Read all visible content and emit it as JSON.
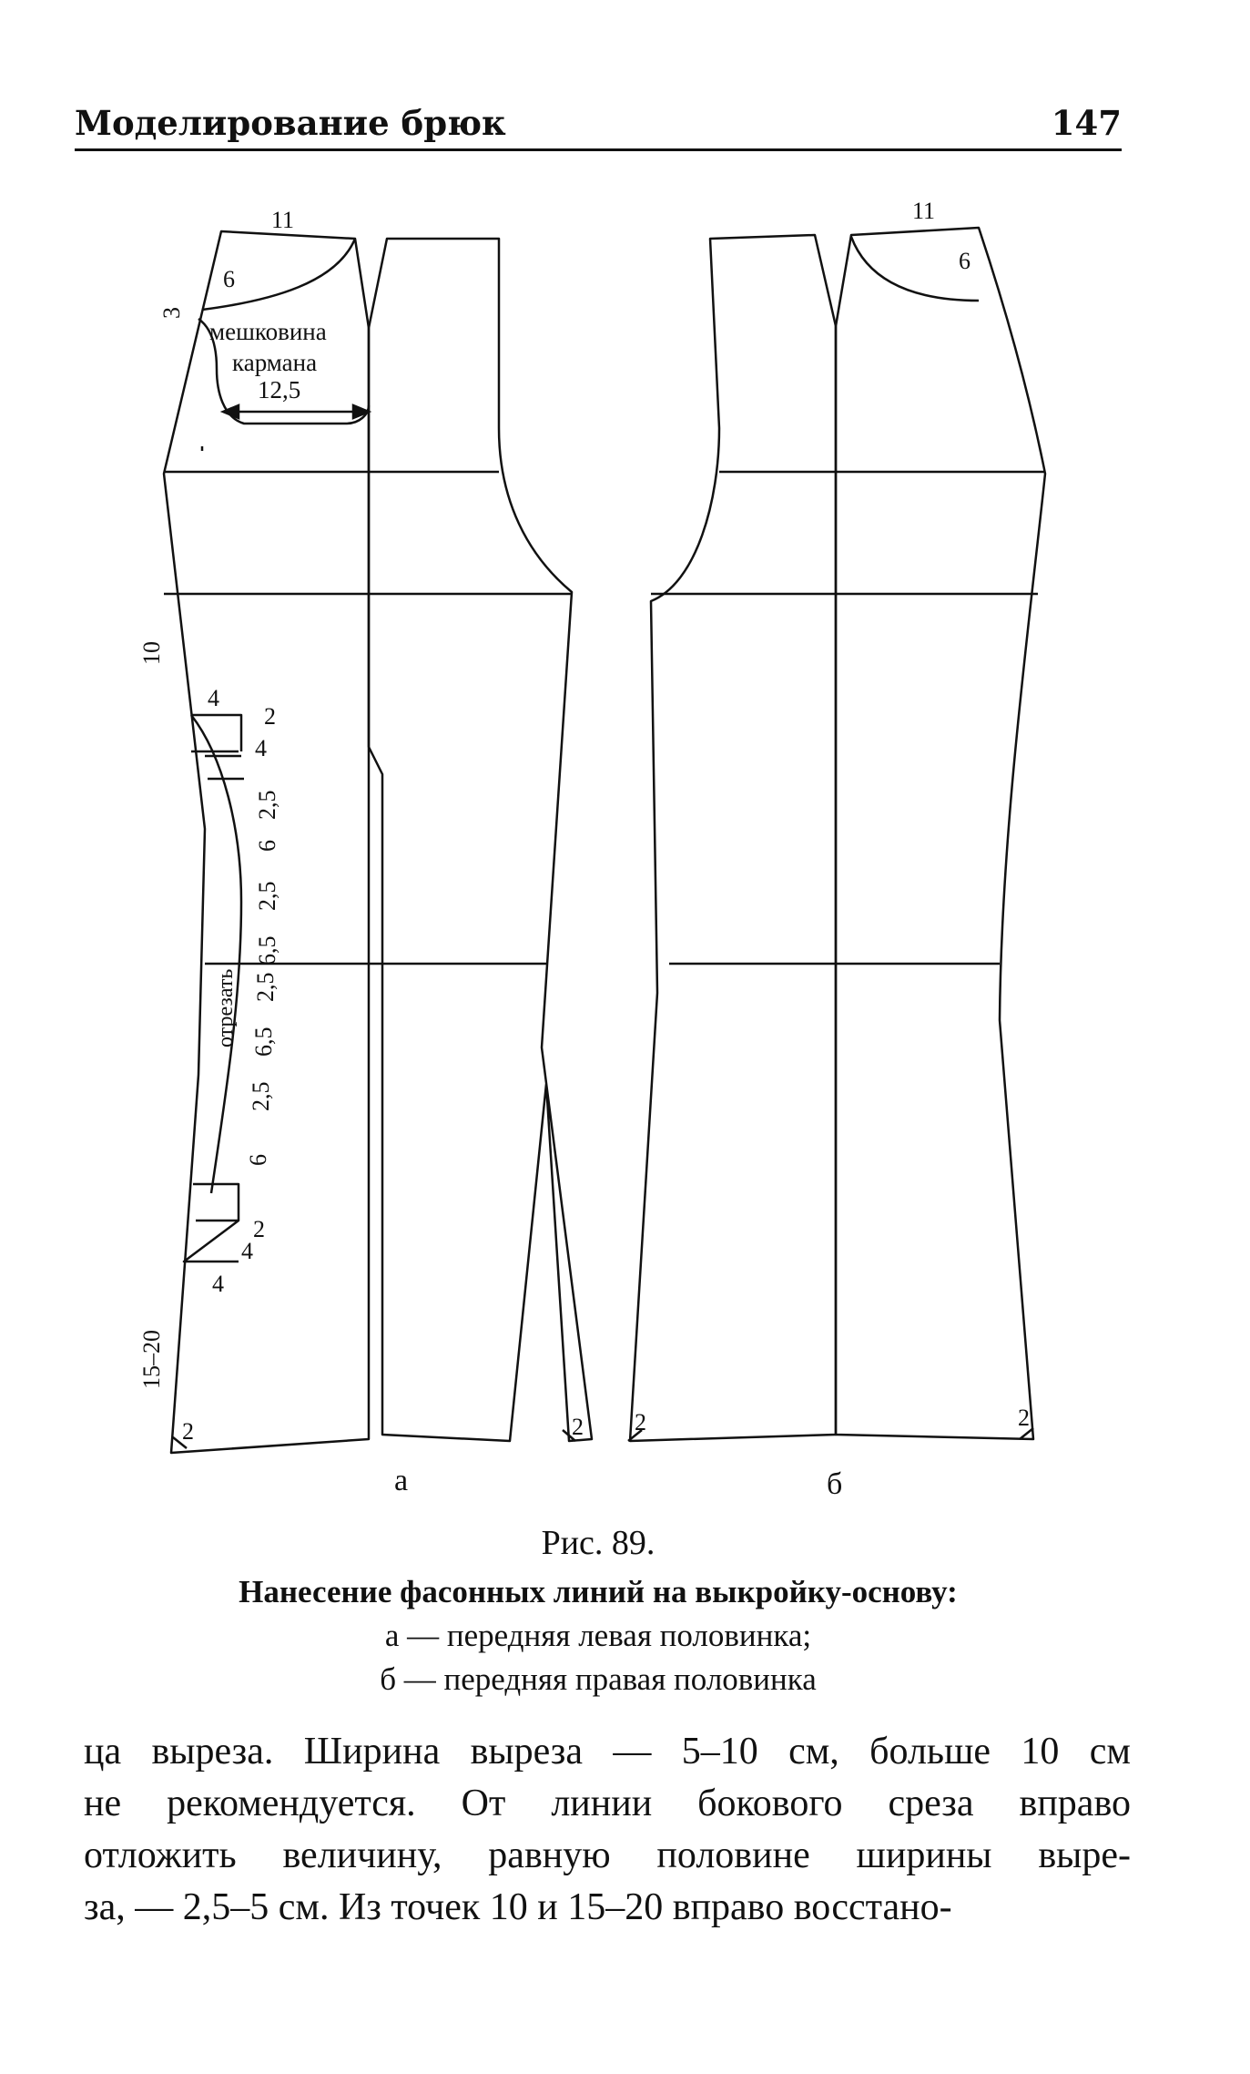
{
  "header": {
    "title": "Моделирование брюк",
    "page_number": "147"
  },
  "figure": {
    "labels": {
      "left_top": "11",
      "left_pocket_num": "6",
      "left_3": "3",
      "pocket_line1": "мешковина",
      "pocket_line2": "кармана",
      "pocket_width": "12,5",
      "side_10": "10",
      "cut_top_4": "4",
      "cut_top_2": "2",
      "cut_top_4b": "4",
      "m_25a": "2,5",
      "m_6a": "6",
      "m_25b": "2,5",
      "m_65a": "6,5",
      "m_25c": "2,5",
      "m_65b": "6,5",
      "m_25d": "2,5",
      "m_6b": "6",
      "otrezat": "отрезать",
      "cut_bot_2": "2",
      "cut_bot_4": "4",
      "cut_bot_4b": "4",
      "side_1520": "15–20",
      "hem_left_2": "2",
      "hem_left_2b": "2",
      "right_top": "11",
      "right_pocket_num": "6",
      "hem_right_2": "2",
      "hem_right_2b": "2",
      "panel_a": "а",
      "panel_b": "б"
    }
  },
  "caption": {
    "fig_no": "Рис. 89.",
    "line1": "Нанесение фасонных линий на выкройку-основу:",
    "line2": "а — передняя левая половинка;",
    "line3": "б — передняя правая половинка"
  },
  "body": {
    "lines": [
      "ца выреза. Ширина выреза — 5–10 см, больше 10 см",
      "не рекомендуется. От линии бокового среза вправо",
      "отложить величину, равную половине ширины выре-",
      "за, — 2,5–5 см. Из точек 10 и 15–20 вправо восстано-"
    ]
  }
}
